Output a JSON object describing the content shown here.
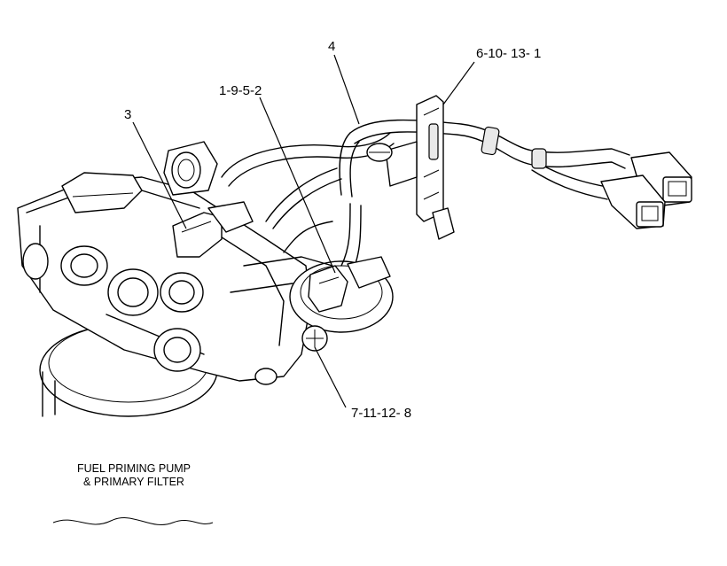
{
  "callouts": {
    "c4": "4",
    "c6_10_13_1": "6-10- 13- 1",
    "c1_9_5_2": "1-9-5-2",
    "c3": "3",
    "c7_11_12_8": "7-11-12- 8"
  },
  "caption": {
    "line1": "FUEL PRIMING PUMP",
    "line2": "& PRIMARY FILTER"
  }
}
